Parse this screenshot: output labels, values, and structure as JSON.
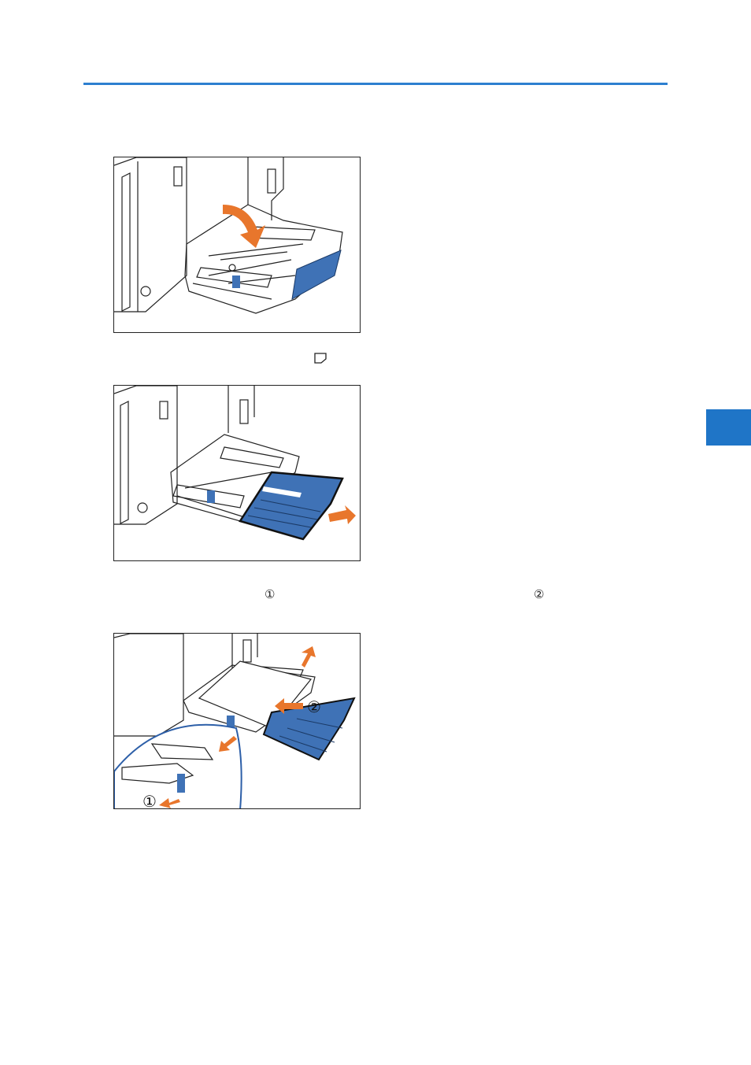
{
  "header": {
    "rule_color": "#2d7fd0"
  },
  "side_tab": {
    "color": "#1f75c7"
  },
  "colors": {
    "tray_blue": "#3f72b6",
    "arrow_orange": "#e8762c"
  },
  "figures": [
    {
      "name": "tray-open",
      "icons": [
        "down-arrow"
      ]
    },
    {
      "name": "extension-pull",
      "icons": [
        "right-arrow"
      ]
    },
    {
      "name": "guides-adjust",
      "icons": [
        "circle-1",
        "circle-2",
        "arrows"
      ]
    }
  ],
  "markers": {
    "circle1": "①",
    "circle2": "②",
    "figure_circle1": "①",
    "figure_circle2": "②"
  },
  "icons": {
    "orientation": "paper-orientation-icon"
  }
}
